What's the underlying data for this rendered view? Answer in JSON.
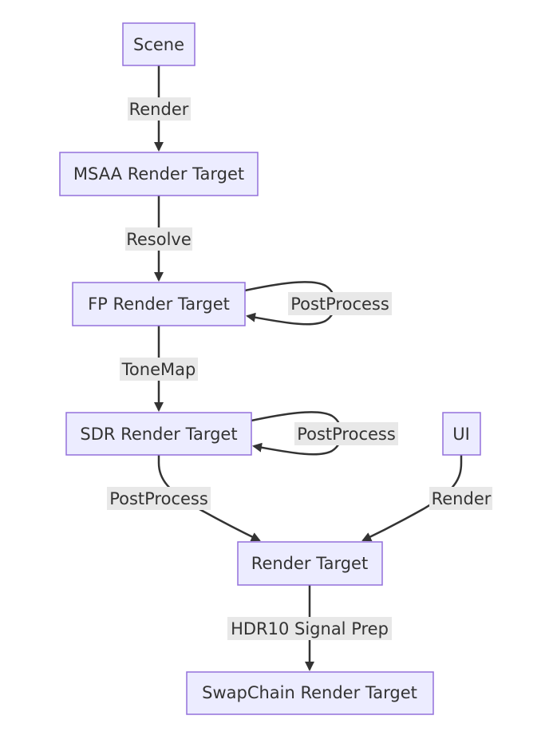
{
  "colors": {
    "node_fill": "#ECECFF",
    "node_stroke": "#9370DB",
    "edge": "#333333",
    "label_bg": "#E8E8E8",
    "text": "#333333"
  },
  "nodes": {
    "scene": "Scene",
    "msaa": "MSAA Render Target",
    "fp": "FP Render Target",
    "sdr": "SDR Render Target",
    "ui": "UI",
    "rt": "Render Target",
    "swap": "SwapChain Render Target"
  },
  "edges": {
    "scene_msaa": "Render",
    "msaa_fp": "Resolve",
    "fp_loop": "PostProcess",
    "fp_sdr": "ToneMap",
    "sdr_loop": "PostProcess",
    "sdr_rt": "PostProcess",
    "ui_rt": "Render",
    "rt_swap": "HDR10 Signal Prep"
  }
}
